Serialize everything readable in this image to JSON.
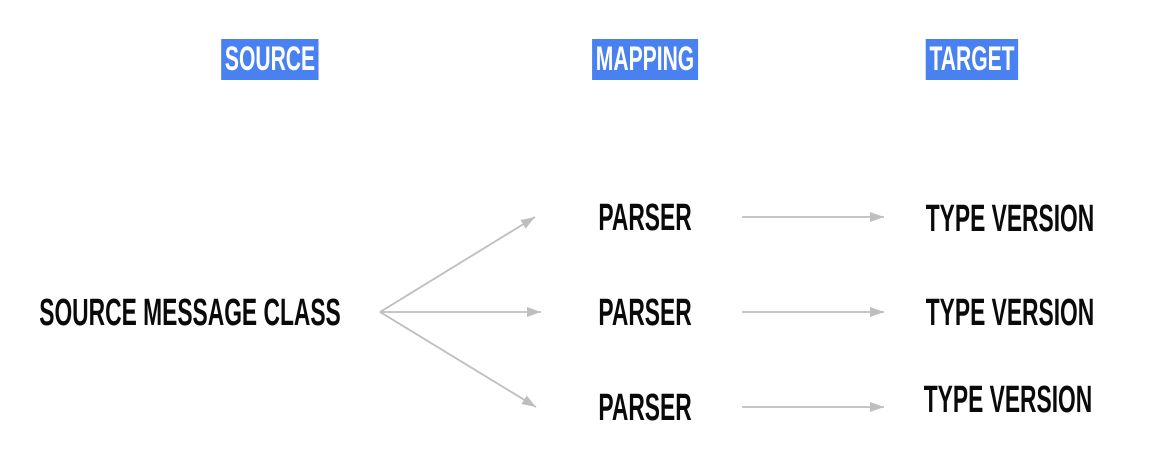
{
  "diagram": {
    "columns": [
      {
        "label": "SOURCE"
      },
      {
        "label": "MAPPING"
      },
      {
        "label": "TARGET"
      }
    ],
    "source": {
      "label": "SOURCE MESSAGE CLASS"
    },
    "parsers": [
      {
        "label": "PARSER"
      },
      {
        "label": "PARSER"
      },
      {
        "label": "PARSER"
      }
    ],
    "targets": [
      {
        "label": "TYPE VERSION"
      },
      {
        "label": "TYPE VERSION"
      },
      {
        "label": "TYPE VERSION"
      }
    ],
    "colors": {
      "header_bg": "#4a81f0",
      "header_text": "#ffffff",
      "node_text": "#0a0a0a",
      "arrow": "#bcbec0",
      "background": "#ffffff"
    }
  }
}
